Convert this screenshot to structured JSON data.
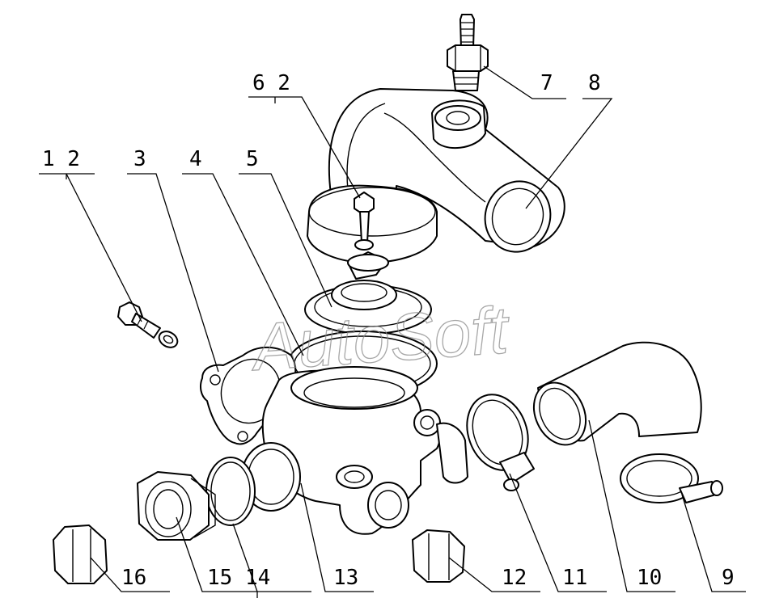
{
  "watermark": "AutoSoft",
  "callouts": [
    {
      "id": "c62",
      "text": "6 2"
    },
    {
      "id": "c7",
      "text": "7"
    },
    {
      "id": "c8",
      "text": "8"
    },
    {
      "id": "c12a",
      "text": "1 2"
    },
    {
      "id": "c3",
      "text": "3"
    },
    {
      "id": "c4",
      "text": "4"
    },
    {
      "id": "c5",
      "text": "5"
    },
    {
      "id": "c16",
      "text": "16"
    },
    {
      "id": "c1514",
      "text": "15 14"
    },
    {
      "id": "c13",
      "text": "13"
    },
    {
      "id": "c12b",
      "text": "12"
    },
    {
      "id": "c11",
      "text": "11"
    },
    {
      "id": "c10",
      "text": "10"
    },
    {
      "id": "c9",
      "text": "9"
    }
  ]
}
